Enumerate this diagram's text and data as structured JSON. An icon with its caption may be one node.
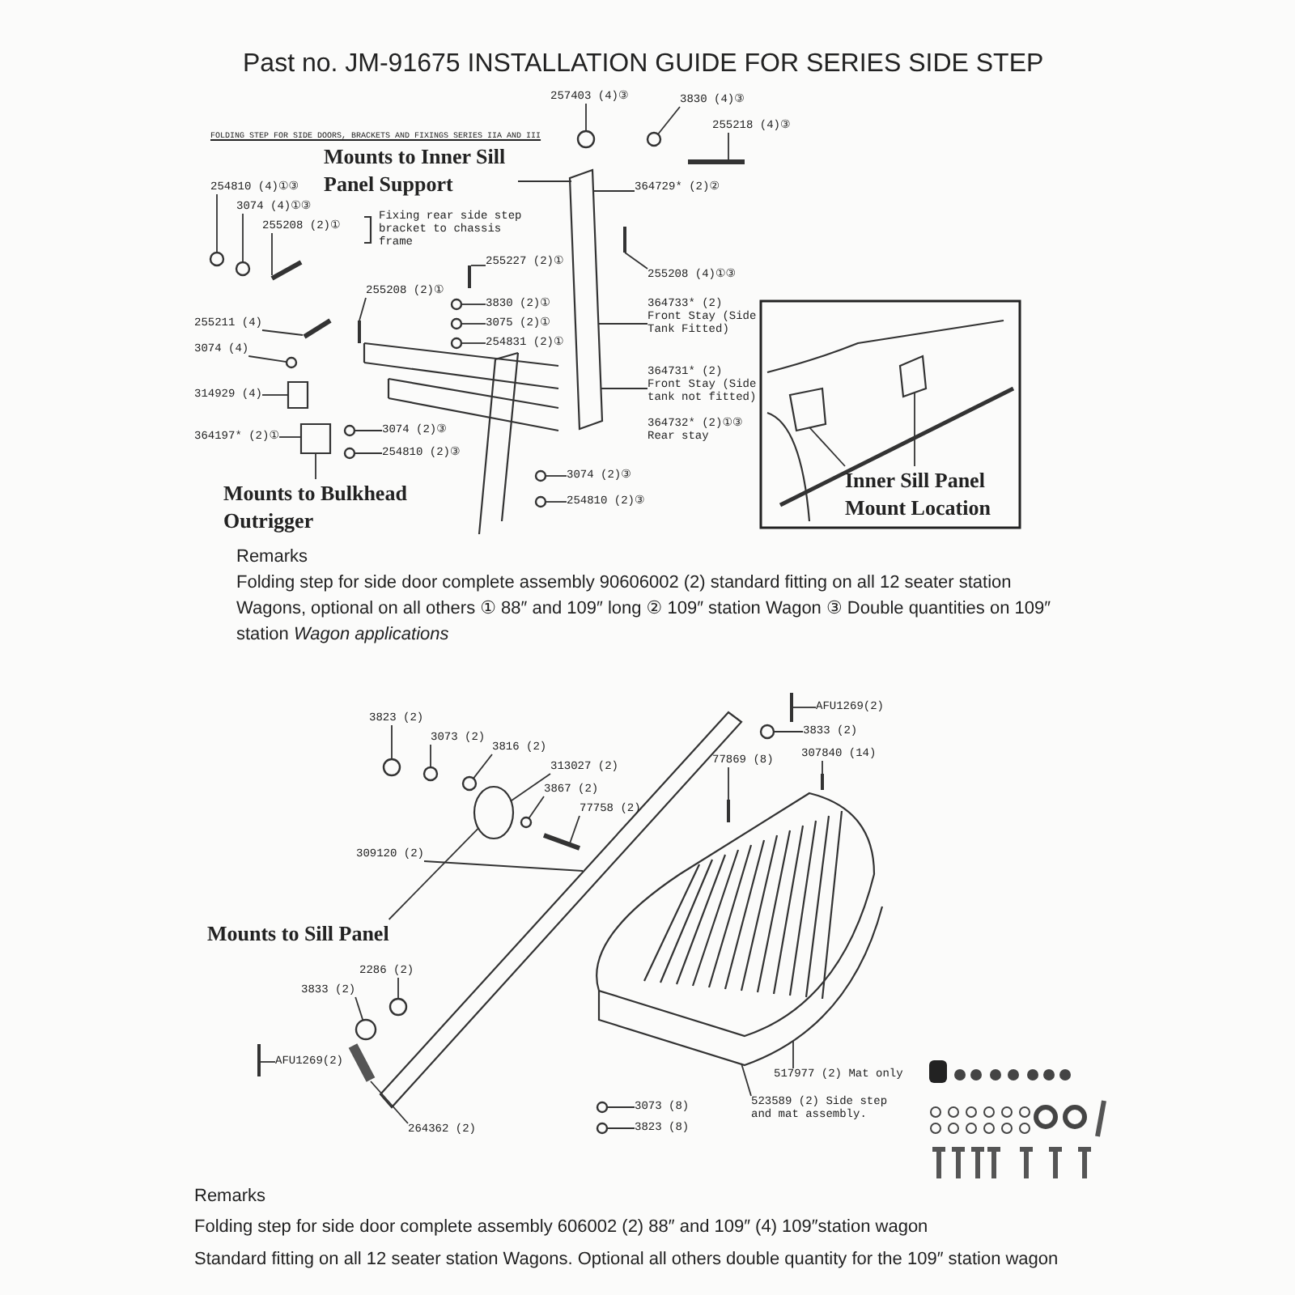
{
  "diagram": {
    "title": "Past no. JM-91675 INSTALLATION GUIDE FOR SERIES SIDE STEP",
    "nodes": [
      {
        "text": [
          "Mounts to Inner Sill Panel Support"
        ]
      },
      {
        "text": [
          "257403 (4)③"
        ]
      },
      {
        "text": [
          "3830 (4)③"
        ]
      },
      {
        "text": [
          "255218 (4)③"
        ]
      },
      {
        "text": [
          "364729* (2)②"
        ]
      },
      {
        "text": [
          "254810 (4)①③"
        ]
      },
      {
        "text": [
          "3074 (4)①③"
        ]
      },
      {
        "text": [
          "255208 (2)①"
        ]
      },
      {
        "text": [
          "255227 (2)①"
        ]
      },
      {
        "text": [
          "255208 (2)①"
        ]
      },
      {
        "text": [
          "3830 (2)①"
        ]
      },
      {
        "text": [
          "3075 (2)①"
        ]
      },
      {
        "text": [
          "254831 (2)①"
        ]
      },
      {
        "text": [
          "255211 (4)"
        ]
      },
      {
        "text": [
          "3074 (4)"
        ]
      },
      {
        "text": [
          "255208 (4)①③"
        ]
      },
      {
        "text": [
          "364733* (2) Front Stay (Side Tank Fitted)"
        ]
      },
      {
        "text": [
          "314929 (4)"
        ]
      },
      {
        "text": [
          "364197* (2)①"
        ]
      },
      {
        "text": [
          "3074 (2)③"
        ]
      },
      {
        "text": [
          "254810 (2)③"
        ]
      },
      {
        "text": [
          "364731* (2) Front Stay (Side tank not fitted)"
        ]
      },
      {
        "text": [
          "364732* (2)①③ Rear stay"
        ]
      },
      {
        "text": [
          "3074 (2)③"
        ]
      },
      {
        "text": [
          "254810 (2)③"
        ]
      },
      {
        "text": [
          "Mounts to Bulkhead Outrigger"
        ]
      },
      {
        "text": [
          "Inner Sill Panel Mount Location"
        ]
      },
      {
        "text": [
          "AFU1269(2)"
        ]
      },
      {
        "text": [
          "3823 (2)"
        ]
      },
      {
        "text": [
          "3833 (2)"
        ]
      },
      {
        "text": [
          "3073 (2)"
        ]
      },
      {
        "text": [
          "3816 (2)"
        ]
      },
      {
        "text": [
          "313027 (2)"
        ]
      },
      {
        "text": [
          "307840 (14)"
        ]
      },
      {
        "text": [
          "3867 (2)"
        ]
      },
      {
        "text": [
          "77758 (2)"
        ]
      },
      {
        "text": [
          "309120 (2)"
        ]
      },
      {
        "text": [
          "77869 (8)"
        ]
      },
      {
        "text": [
          "Mounts to Sill Panel"
        ]
      },
      {
        "text": [
          "2286 (2)"
        ]
      },
      {
        "text": [
          "3833 (2)"
        ]
      },
      {
        "text": [
          "AFU1269(2)"
        ]
      },
      {
        "text": [
          "264362 (2)"
        ]
      },
      {
        "text": [
          "517977 (2) Mat only"
        ]
      },
      {
        "text": [
          "3073 (8)"
        ]
      },
      {
        "text": [
          "523589 (2) Side step and mat assembly."
        ]
      },
      {
        "text": [
          "3823 (8)"
        ]
      },
      {
        "text": [],
        "shape": "circle"
      },
      {
        "text": [],
        "shape": "circle"
      },
      {
        "text": [],
        "shape": "bar"
      },
      {
        "text": [],
        "shape": "bar"
      },
      {
        "text": [],
        "shape": "circle"
      },
      {
        "text": [],
        "shape": "circle"
      },
      {
        "text": [],
        "shape": "bar"
      },
      {
        "text": [],
        "shape": "bar"
      },
      {
        "text": [],
        "shape": "bar"
      },
      {
        "text": [],
        "shape": "circle"
      },
      {
        "text": [],
        "shape": "circle"
      },
      {
        "text": [],
        "shape": "circle"
      },
      {
        "text": [],
        "shape": "bar"
      },
      {
        "text": [],
        "shape": "circle"
      },
      {
        "text": [],
        "shape": "box"
      },
      {
        "text": [],
        "shape": "box"
      },
      {
        "text": [],
        "shape": "circle"
      },
      {
        "text": [],
        "shape": "circle"
      },
      {
        "text": [],
        "shape": "circle"
      },
      {
        "text": [],
        "shape": "circle"
      },
      {
        "text": [],
        "shape": "bar"
      },
      {
        "text": [],
        "shape": "box"
      },
      {
        "text": [],
        "shape": "box"
      },
      {
        "text": [],
        "shape": "bar"
      },
      {
        "text": [],
        "shape": "circle"
      },
      {
        "text": [],
        "shape": "circle"
      },
      {
        "text": [],
        "shape": "circle"
      },
      {
        "text": [],
        "shape": "circle"
      },
      {
        "text": [],
        "shape": "cylinder"
      },
      {
        "text": [],
        "shape": "bar"
      },
      {
        "text": [],
        "shape": "circle"
      },
      {
        "text": [],
        "shape": "bar"
      },
      {
        "text": [],
        "shape": "bar"
      },
      {
        "text": [],
        "shape": "bar"
      },
      {
        "text": [],
        "shape": "circle"
      },
      {
        "text": [],
        "shape": "circle"
      },
      {
        "text": [],
        "shape": "bar"
      },
      {
        "text": [],
        "shape": "bar"
      },
      {
        "text": [],
        "shape": "picture"
      },
      {
        "text": [],
        "shape": "circle"
      },
      {
        "text": [],
        "shape": "circle"
      }
    ],
    "edges": [
      {
        "from": 0,
        "to": 50,
        "arrow": "none"
      },
      {
        "from": 1,
        "to": 47,
        "arrow": "none"
      },
      {
        "from": 2,
        "to": 48,
        "arrow": "none"
      },
      {
        "from": 3,
        "to": 49,
        "arrow": "none"
      },
      {
        "from": 4,
        "to": 50,
        "arrow": "none"
      },
      {
        "from": 5,
        "to": 51,
        "arrow": "none"
      },
      {
        "from": 6,
        "to": 52,
        "arrow": "none"
      },
      {
        "from": 7,
        "to": 53,
        "arrow": "none"
      },
      {
        "from": 8,
        "to": 54,
        "arrow": "none"
      },
      {
        "from": 9,
        "to": 55,
        "arrow": "none"
      },
      {
        "from": 10,
        "to": 56,
        "arrow": "none"
      },
      {
        "from": 11,
        "to": 57,
        "arrow": "none"
      },
      {
        "from": 12,
        "to": 58,
        "arrow": "none"
      },
      {
        "from": 13,
        "to": 59,
        "arrow": "none"
      },
      {
        "from": 14,
        "to": 60,
        "arrow": "none"
      },
      {
        "from": 15,
        "to": 67,
        "arrow": "none"
      },
      {
        "from": 16,
        "to": 50,
        "arrow": "none"
      },
      {
        "from": 17,
        "to": 61,
        "arrow": "none"
      },
      {
        "from": 18,
        "to": 62,
        "arrow": "none"
      },
      {
        "from": 19,
        "to": 63,
        "arrow": "none"
      },
      {
        "from": 20,
        "to": 64,
        "arrow": "none"
      },
      {
        "from": 21,
        "to": 50,
        "arrow": "none"
      },
      {
        "from": 23,
        "to": 65,
        "arrow": "none"
      },
      {
        "from": 24,
        "to": 66,
        "arrow": "none"
      },
      {
        "from": 25,
        "to": 62,
        "arrow": "none"
      },
      {
        "from": 26,
        "to": 68,
        "arrow": "none"
      },
      {
        "from": 26,
        "to": 69,
        "arrow": "none"
      },
      {
        "from": 27,
        "to": 70,
        "arrow": "none"
      },
      {
        "from": 28,
        "to": 71,
        "arrow": "none"
      },
      {
        "from": 29,
        "to": 72,
        "arrow": "none"
      },
      {
        "from": 30,
        "to": 73,
        "arrow": "none"
      },
      {
        "from": 31,
        "to": 74,
        "arrow": "none"
      },
      {
        "from": 32,
        "to": 75,
        "arrow": "none"
      },
      {
        "from": 33,
        "to": 76,
        "arrow": "none"
      },
      {
        "from": 34,
        "to": 77,
        "arrow": "none"
      },
      {
        "from": 35,
        "to": 78,
        "arrow": "none"
      },
      {
        "from": 36,
        "to": 79,
        "arrow": "none"
      },
      {
        "from": 37,
        "to": 80,
        "arrow": "none"
      },
      {
        "from": 38,
        "to": 75,
        "arrow": "none"
      },
      {
        "from": 39,
        "to": 81,
        "arrow": "none"
      },
      {
        "from": 40,
        "to": 82,
        "arrow": "none"
      },
      {
        "from": 41,
        "to": 83,
        "arrow": "none"
      },
      {
        "from": 42,
        "to": 84,
        "arrow": "none"
      },
      {
        "from": 43,
        "to": 85,
        "arrow": "none"
      },
      {
        "from": 44,
        "to": 86,
        "arrow": "none"
      },
      {
        "from": 45,
        "to": 85,
        "arrow": "none"
      },
      {
        "from": 46,
        "to": 87,
        "arrow": "none"
      }
    ],
    "labels": [
      "FOLDING STEP FOR SIDE DOORS, BRACKETS AND FIXINGS SERIES IIA AND III",
      "Fixing rear side step bracket to chassis frame",
      "Remarks",
      "Folding step for side door complete assembly 90606002 (2) standard fitting on all 12 seater station Wagons, optional on all others ① 88″ and 109″ long ② 109″ station Wagon ③ Double quantities on 109″ station *Wagon applications*",
      "Remarks",
      "Folding step for side door complete assembly 606002 (2) 88″ and 109″ (4) 109″station wagon",
      "Standard fitting on all 12 seater station Wagons. Optional all others double quantity for the 109″ station wagon"
    ]
  }
}
